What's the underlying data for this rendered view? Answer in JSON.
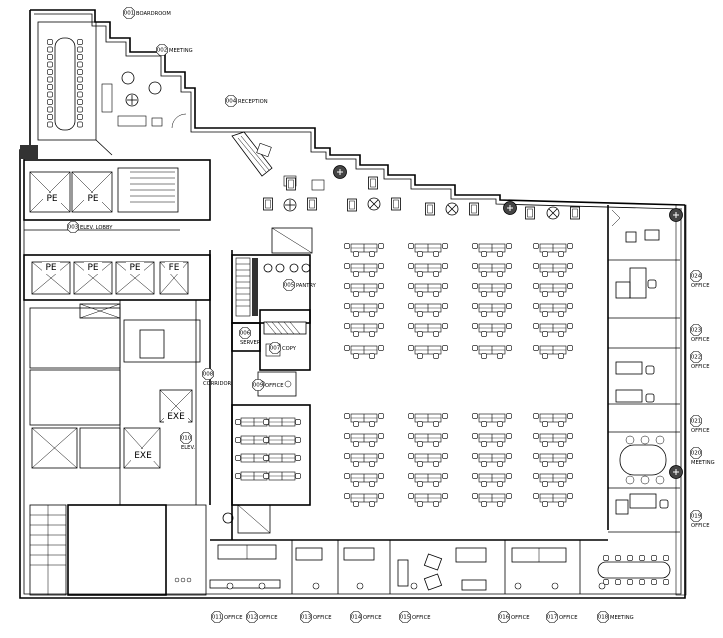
{
  "rooms": [
    {
      "id": "001",
      "label": "BOARDROOM"
    },
    {
      "id": "002",
      "label": "MEETING"
    },
    {
      "id": "003",
      "label": "ELEV. LOBBY"
    },
    {
      "id": "004",
      "label": "RECEPTION"
    },
    {
      "id": "005",
      "label": "PANTRY"
    },
    {
      "id": "006",
      "label": "SERVER"
    },
    {
      "id": "007",
      "label": "COPY"
    },
    {
      "id": "008",
      "label": "CORRIDOR"
    },
    {
      "id": "009",
      "label": "OFFICE"
    },
    {
      "id": "010",
      "label": "ELEV."
    },
    {
      "id": "011",
      "label": "OFFICE"
    },
    {
      "id": "012",
      "label": "OFFICE"
    },
    {
      "id": "013",
      "label": "OFFICE"
    },
    {
      "id": "014",
      "label": "OFFICE"
    },
    {
      "id": "015",
      "label": "OFFICE"
    },
    {
      "id": "016",
      "label": "OFFICE"
    },
    {
      "id": "017",
      "label": "OFFICE"
    },
    {
      "id": "018",
      "label": "MEETING"
    },
    {
      "id": "019",
      "label": "OFFICE"
    },
    {
      "id": "020",
      "label": "MEETING"
    },
    {
      "id": "021",
      "label": "OFFICE"
    },
    {
      "id": "022",
      "label": "OFFICE"
    },
    {
      "id": "023",
      "label": "OFFICE"
    },
    {
      "id": "024",
      "label": "OFFICE"
    }
  ],
  "shaft_labels": {
    "pe": "PE",
    "fe": "FE",
    "exe": "EXE"
  }
}
